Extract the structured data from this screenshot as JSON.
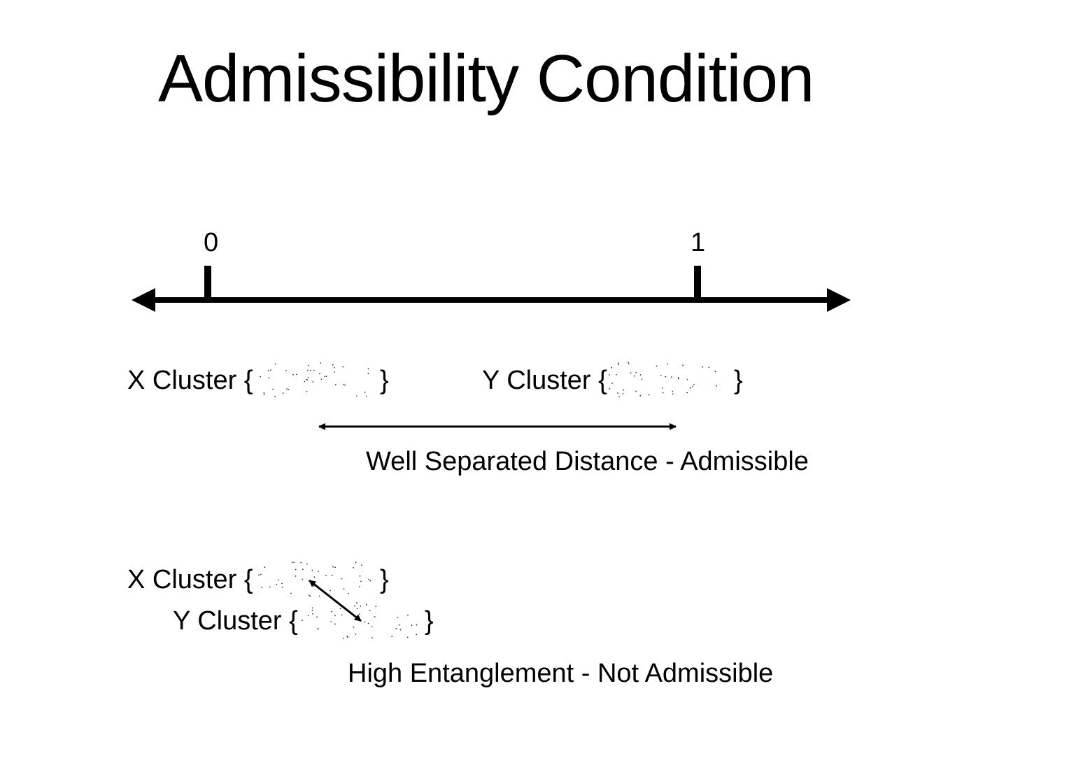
{
  "title": "Admissibility Condition",
  "number_line": {
    "tick_left_label": "0",
    "tick_right_label": "1"
  },
  "separated": {
    "x_cluster_label": "X Cluster {",
    "x_cluster_close": "}",
    "y_cluster_label": "Y Cluster {",
    "y_cluster_close": "}",
    "caption": "Well Separated Distance - Admissible"
  },
  "entangled": {
    "x_cluster_label": "X Cluster {",
    "x_cluster_close": "}",
    "y_cluster_label": "Y Cluster {",
    "y_cluster_close": "}",
    "caption": "High Entanglement - Not Admissible"
  }
}
